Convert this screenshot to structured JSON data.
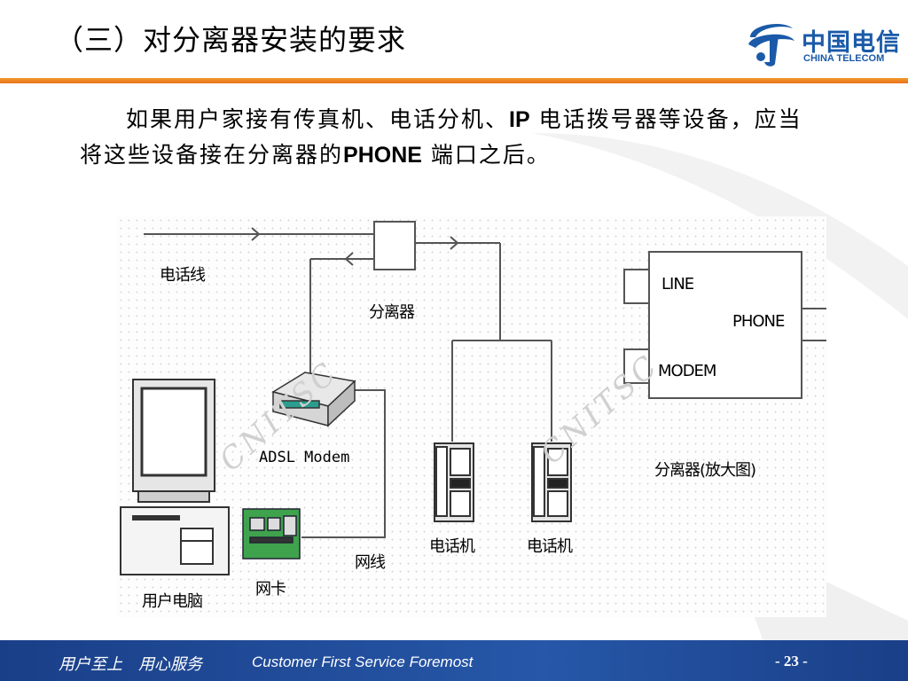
{
  "slide": {
    "title": "（三）对分离器安装的要求",
    "logo": {
      "cn_text": "中国电信",
      "en_text": "CHINA TELECOM"
    },
    "paragraph": {
      "part1": "如果用户家接有传真机、电话分机、",
      "ip": "IP",
      "part2": " 电话拨号器等设备，应当将这些设备接在分离器的",
      "phone": "PHONE",
      "part3": " 端口之后。"
    },
    "diagram": {
      "labels": {
        "phone_line": "电话线",
        "splitter": "分离器",
        "adsl_modem": "ADSL Modem",
        "user_pc": "用户电脑",
        "nic": "网卡",
        "network_cable": "网线",
        "telephone_1": "电话机",
        "telephone_2": "电话机",
        "port_line": "LINE",
        "port_phone": "PHONE",
        "port_modem": "MODEM",
        "splitter_enlarged": "分离器(放大图)"
      },
      "watermark": "CNITSC"
    },
    "footer": {
      "slogan": "用户至上　用心服务",
      "slogan_en": "Customer First Service Foremost",
      "page_number": "- 23 -"
    },
    "colors": {
      "accent_orange": "#e8701a",
      "brand_blue": "#1a5aa8",
      "footer_blue": "#1f4a98"
    }
  }
}
